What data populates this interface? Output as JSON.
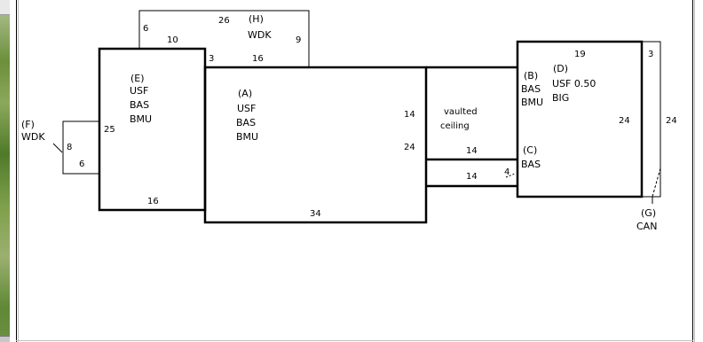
{
  "areas": {
    "E": {
      "id": "(E)",
      "lines": [
        "USF",
        "BAS",
        "BMU"
      ]
    },
    "A": {
      "id": "(A)",
      "lines": [
        "USF",
        "BAS",
        "BMU"
      ]
    },
    "H": {
      "id": "(H)",
      "lines": [
        "WDK"
      ]
    },
    "F": {
      "id": "(F)",
      "lines": [
        "WDK"
      ]
    },
    "B": {
      "id": "(B)",
      "lines": [
        "BAS",
        "BMU"
      ]
    },
    "D": {
      "id": "(D)",
      "lines": [
        "USF 0.50",
        "BIG"
      ]
    },
    "C": {
      "id": "(C)",
      "lines": [
        "BAS"
      ]
    },
    "G": {
      "id": "(G)",
      "lines": [
        "CAN"
      ]
    },
    "vaulted": {
      "lines": [
        "vaulted",
        "ceiling"
      ]
    }
  },
  "dims": {
    "h_top_left": "6",
    "h_top_inner": "10",
    "h_top_right_a": "26",
    "h_right": "9",
    "e_top_right": "3",
    "a_top": "16",
    "f_left": "8",
    "f_bottom": "6",
    "e_left": "25",
    "e_bottom": "16",
    "a_bottom": "34",
    "a_right_upper": "14",
    "a_right_lower": "24",
    "vault_lower": "14",
    "corridor": "14",
    "small_4": "4",
    "d_top": "19",
    "d_right": "24",
    "g_top": "3",
    "g_right": "24"
  }
}
